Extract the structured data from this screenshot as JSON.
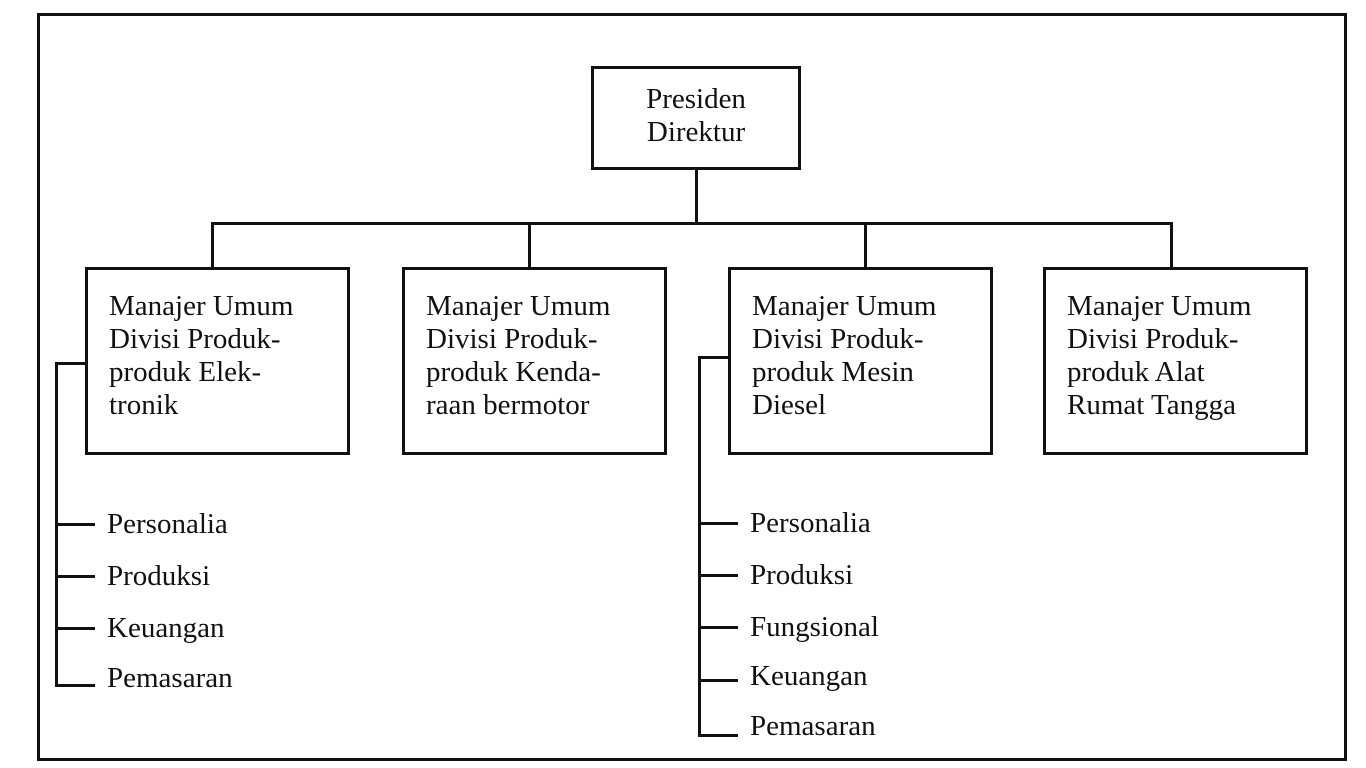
{
  "root": {
    "lines": [
      "Presiden",
      "Direktur"
    ]
  },
  "divisions": [
    {
      "lines": [
        "Manajer Umum",
        "Divisi Produk-",
        "produk Elek-",
        "tronik"
      ]
    },
    {
      "lines": [
        "Manajer Umum",
        "Divisi Produk-",
        "produk Kenda-",
        "raan bermotor"
      ]
    },
    {
      "lines": [
        "Manajer Umum",
        "Divisi Produk-",
        "produk Mesin",
        "Diesel"
      ]
    },
    {
      "lines": [
        "Manajer Umum",
        "Divisi Produk-",
        "produk Alat",
        "Rumat Tangga"
      ]
    }
  ],
  "functions_division_1": [
    "Personalia",
    "Produksi",
    "Keuangan",
    "Pemasaran"
  ],
  "functions_division_3": [
    "Personalia",
    "Produksi",
    "Fungsional",
    "Keuangan",
    "Pemasaran"
  ]
}
